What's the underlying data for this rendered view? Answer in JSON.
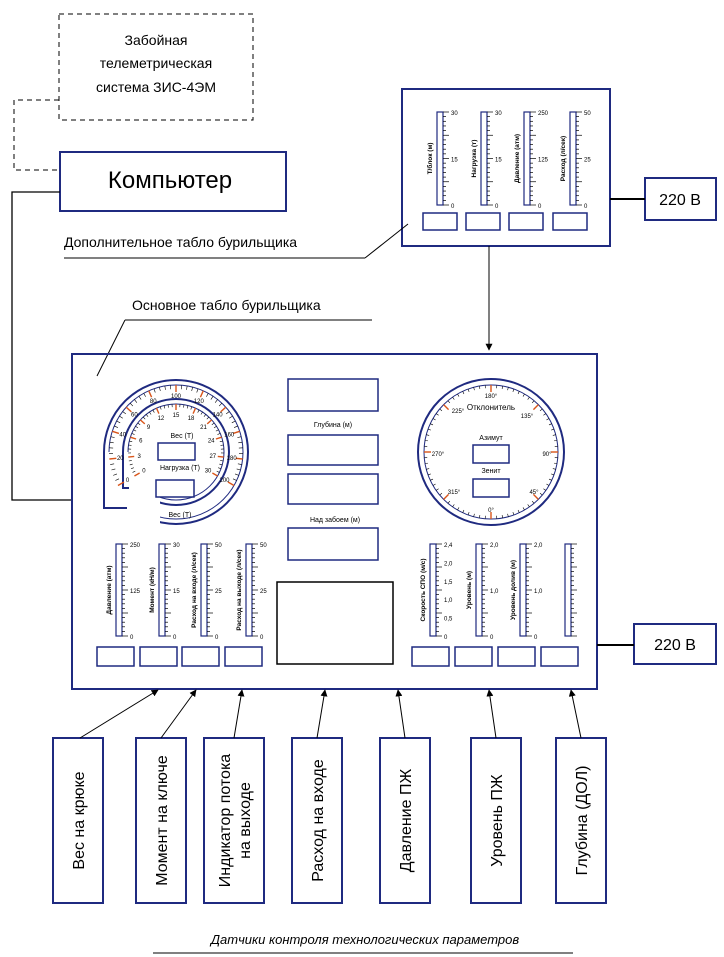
{
  "telemetry": {
    "line1": "Забойная",
    "line2": "телеметрическая",
    "line3": "система ЗИС-4ЭМ"
  },
  "computer_label": "Компьютер",
  "power_top": "220 В",
  "power_main": "220 В",
  "aux_panel_label": "Дополнительное  табло  бурильщика",
  "main_panel_label": "Основное  табло   бурильщика",
  "aux_scales": [
    {
      "label": "Т/блок (м)",
      "ticks": [
        "30",
        "15",
        "0"
      ]
    },
    {
      "label": "Нагрузка (т)",
      "ticks": [
        "30",
        "15",
        "0"
      ]
    },
    {
      "label": "Давление (атм)",
      "ticks": [
        "250",
        "125",
        "0"
      ]
    },
    {
      "label": "Расход (л/сек)",
      "ticks": [
        "50",
        "25",
        "0"
      ]
    }
  ],
  "weight_gauge": {
    "outer_ticks": [
      "0",
      "20",
      "40",
      "60",
      "80",
      "100",
      "120",
      "140",
      "160",
      "180",
      "200"
    ],
    "inner_ticks": [
      "0",
      "3",
      "6",
      "9",
      "12",
      "15",
      "18",
      "21",
      "24",
      "27",
      "30"
    ],
    "ves_inner": "Вес  (Т)",
    "load": "Нагрузка  (Т)",
    "ves_outer": "Вес  (Т)"
  },
  "depth_label": "Глубина  (м)",
  "above_bottom_label": "Над забоем  (м)",
  "deviation_gauge": {
    "title": "Отклонитель",
    "azimuth": "Азимут",
    "zenith": "Зенит",
    "angles": [
      "180°",
      "225°",
      "135°",
      "270°",
      "90°",
      "315°",
      "45°",
      "0°"
    ]
  },
  "left_scales": [
    {
      "label": "Давление (атм)",
      "ticks": [
        "250",
        "125",
        "0"
      ]
    },
    {
      "label": "Момент (кН/м)",
      "ticks": [
        "30",
        "15",
        "0"
      ]
    },
    {
      "label": "Расход на входе (л/сек)",
      "ticks": [
        "50",
        "25",
        "0"
      ]
    },
    {
      "label": "Расход на выходе (л/сек)",
      "ticks": [
        "50",
        "25",
        "0"
      ]
    }
  ],
  "right_scales": [
    {
      "label": "Скорость СПО (м/с)",
      "ticks": [
        "2,4",
        "2,0",
        "1,5",
        "1,0",
        "0,5",
        "0"
      ]
    },
    {
      "label": "Уровень (м)",
      "ticks": [
        "2,0",
        "1,0",
        "0"
      ]
    },
    {
      "label": "Уровень долив (м)",
      "ticks": [
        "2,0",
        "1,0",
        "0"
      ]
    },
    {
      "label": "",
      "ticks": []
    }
  ],
  "sensors": [
    {
      "lines": [
        "Вес  на  крюке"
      ]
    },
    {
      "lines": [
        "Момент  на  ключе"
      ]
    },
    {
      "lines": [
        "Индикатор потока",
        "на выходе"
      ]
    },
    {
      "lines": [
        "Расход на входе"
      ]
    },
    {
      "lines": [
        "Давление  ПЖ"
      ]
    },
    {
      "lines": [
        "Уровень  ПЖ"
      ]
    },
    {
      "lines": [
        "Глубина (ДОЛ)"
      ]
    }
  ],
  "caption": "Датчики  контроля  технологических  параметров",
  "colors": {
    "line": "#000000",
    "panel_border": "#1f2a80",
    "accent": "#d9551a"
  }
}
